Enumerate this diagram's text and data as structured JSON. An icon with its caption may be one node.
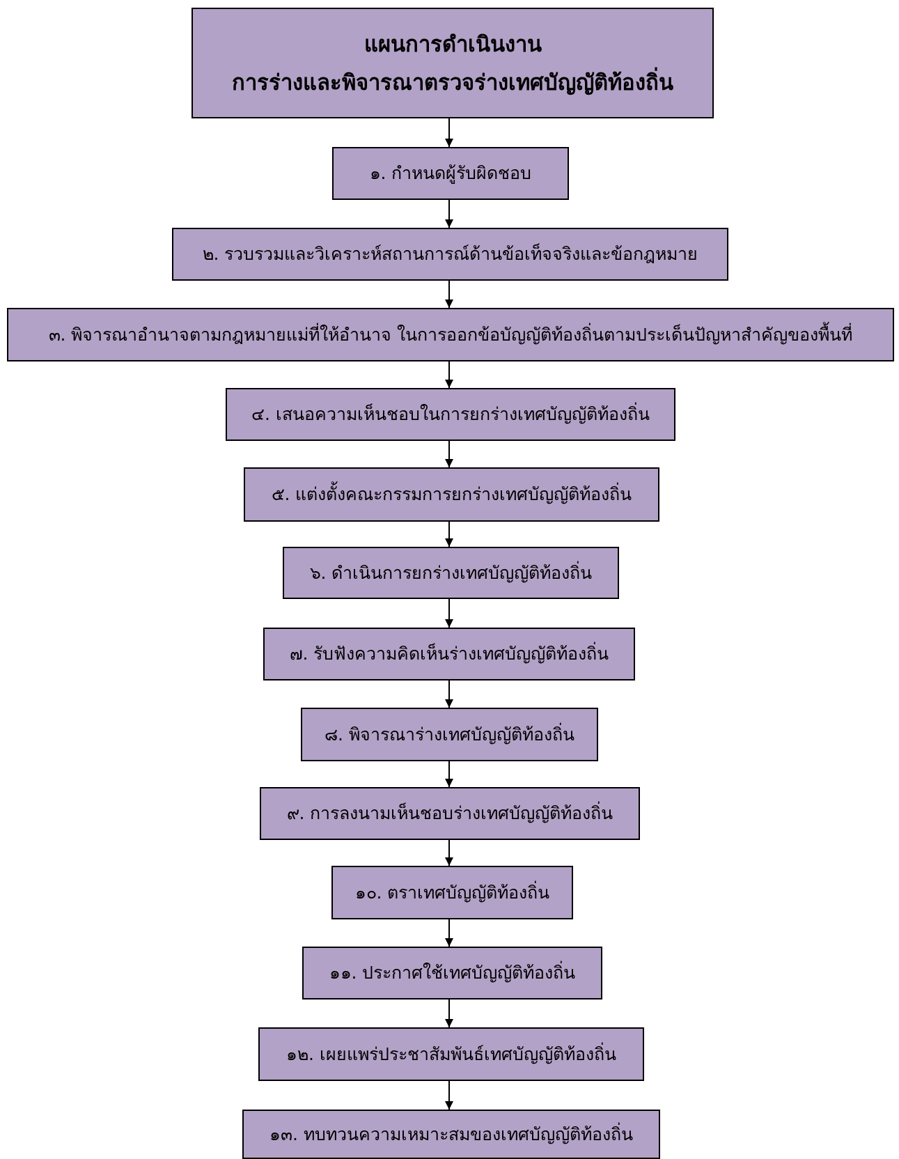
{
  "diagram": {
    "nodes": [
      {
        "text": [
          "แผนการดำเนินงาน",
          "การร่างและพิจารณาตรวจร่างเทศบัญญัติท้องถิ่น"
        ]
      },
      {
        "text": [
          "๑. กำหนดผู้รับผิดชอบ"
        ]
      },
      {
        "text": [
          "๒. รวบรวมและวิเคราะห์สถานการณ์ด้านข้อเท็จจริงและข้อกฎหมาย"
        ]
      },
      {
        "text": [
          "๓. พิจารณาอำนาจตามกฎหมายแม่ที่ให้อำนาจ ในการออกข้อบัญญัติท้องถิ่นตามประเด็นปัญหาสำคัญของพื้นที่"
        ]
      },
      {
        "text": [
          "๔. เสนอความเห็นชอบในการยกร่างเทศบัญญัติท้องถิ่น"
        ]
      },
      {
        "text": [
          "๕. แต่งตั้งคณะกรรมการยกร่างเทศบัญญัติท้องถิ่น"
        ]
      },
      {
        "text": [
          "๖. ดำเนินการยกร่างเทศบัญญัติท้องถิ่น"
        ]
      },
      {
        "text": [
          "๗. รับฟังความคิดเห็นร่างเทศบัญญัติท้องถิ่น"
        ]
      },
      {
        "text": [
          "๘. พิจารณาร่างเทศบัญญัติท้องถิ่น"
        ]
      },
      {
        "text": [
          "๙. การลงนามเห็นชอบร่างเทศบัญญัติท้องถิ่น"
        ]
      },
      {
        "text": [
          "๑๐. ตราเทศบัญญัติท้องถิ่น"
        ]
      },
      {
        "text": [
          "๑๑. ประกาศใช้เทศบัญญัติท้องถิ่น"
        ]
      },
      {
        "text": [
          "๑๒. เผยแพร่ประชาสัมพันธ์เทศบัญญัติท้องถิ่น"
        ]
      },
      {
        "text": [
          "๑๓. ทบทวนความเหมาะสมของเทศบัญญัติท้องถิ่น"
        ]
      }
    ],
    "edges": [
      {
        "from": 0,
        "to": 1,
        "arrow": "to"
      },
      {
        "from": 1,
        "to": 2,
        "arrow": "to"
      },
      {
        "from": 2,
        "to": 3,
        "arrow": "to"
      },
      {
        "from": 3,
        "to": 4,
        "arrow": "to"
      },
      {
        "from": 4,
        "to": 5,
        "arrow": "to"
      },
      {
        "from": 5,
        "to": 6,
        "arrow": "to"
      },
      {
        "from": 6,
        "to": 7,
        "arrow": "to"
      },
      {
        "from": 7,
        "to": 8,
        "arrow": "to"
      },
      {
        "from": 8,
        "to": 9,
        "arrow": "to"
      },
      {
        "from": 9,
        "to": 10,
        "arrow": "to"
      },
      {
        "from": 10,
        "to": 11,
        "arrow": "to"
      },
      {
        "from": 11,
        "to": 12,
        "arrow": "to"
      },
      {
        "from": 12,
        "to": 13,
        "arrow": "to"
      }
    ]
  }
}
